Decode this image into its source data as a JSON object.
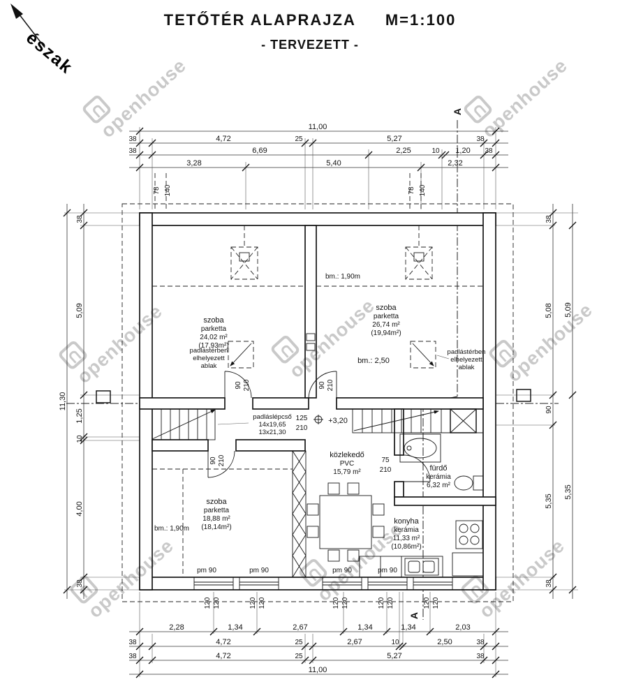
{
  "title": {
    "main": "TETŐTÉR ALAPRAJZA",
    "scale": "M=1:100",
    "subtitle": "- TERVEZETT -"
  },
  "north_label": "észak",
  "watermark_text": "openhouse",
  "section": {
    "label": "A"
  },
  "rooms": {
    "room1": {
      "name": "szoba",
      "floor": "parketta",
      "area": "24,02 m²",
      "area_reduced": "(17,93m²)"
    },
    "room2": {
      "name": "szoba",
      "floor": "parketta",
      "area": "26,74 m²",
      "area_reduced": "(19,94m²)"
    },
    "room3": {
      "name": "szoba",
      "floor": "parketta",
      "area": "18,88 m²",
      "area_reduced": "(18,14m²)"
    },
    "hall": {
      "name": "közlekedő",
      "floor": "PVC",
      "area": "15,79 m²"
    },
    "bath": {
      "name": "fürdő",
      "floor": "kerámia",
      "area": "6,32 m²"
    },
    "kitchen": {
      "name": "konyha",
      "floor": "kerámia",
      "area": "11,33 m²",
      "area_reduced": "(10,86m²)"
    }
  },
  "annotations": {
    "bm_top": "bm.: 1,90m",
    "bm_mid": "bm.: 2,50",
    "bm_room3": "bm.: 1,90m",
    "skylight1": "padlástérben",
    "skylight2": "elhelyezett",
    "skylight3": "ablak",
    "stair1": "padláslépcső",
    "stair2": "14x19,65",
    "stair3": "13x21,30",
    "level": "+3,20"
  },
  "openings": {
    "door_w": "90",
    "door_h": "210",
    "hall_w": "125",
    "hall_h": "210",
    "bath_w": "75",
    "bath_h": "210",
    "sill": "pm 90",
    "win": "120"
  },
  "dims": {
    "top1": [
      "11,00"
    ],
    "top2": [
      "38",
      "4,72",
      "25",
      "5,27",
      "38"
    ],
    "top3": [
      "38",
      "6,69",
      "2,25",
      "10",
      "1,20",
      "38"
    ],
    "top4": [
      "3,28",
      "5,40",
      "2,32"
    ],
    "roof": [
      "78",
      "140"
    ],
    "left_outer": "11,30",
    "left": [
      "38",
      "5,09",
      "1,25",
      "10",
      "4,00",
      "38"
    ],
    "right": [
      "38",
      "5,08",
      "90",
      "5,35",
      "38"
    ],
    "right_outer": [
      "5,09",
      "5,35"
    ],
    "bottom1": [
      "2,28",
      "1,34",
      "2,67",
      "1,34",
      "1,34",
      "2,03"
    ],
    "bottom2": [
      "38",
      "4,72",
      "25",
      "2,67",
      "10",
      "2,50",
      "38"
    ],
    "bottom3": [
      "38",
      "4,72",
      "25",
      "5,27",
      "38"
    ],
    "bottom4": [
      "11,00"
    ]
  }
}
